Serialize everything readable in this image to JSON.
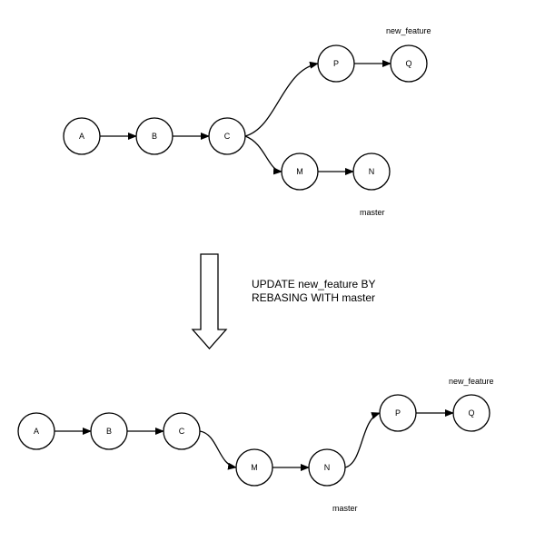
{
  "top": {
    "nodes": {
      "A": "A",
      "B": "B",
      "C": "C",
      "P": "P",
      "Q": "Q",
      "M": "M",
      "N": "N"
    },
    "label_new_feature": "new_feature",
    "label_master": "master"
  },
  "caption": {
    "line1": "UPDATE new_feature BY",
    "line2": "REBASING WITH master"
  },
  "bottom": {
    "nodes": {
      "A": "A",
      "B": "B",
      "C": "C",
      "M": "M",
      "N": "N",
      "P": "P",
      "Q": "Q"
    },
    "label_new_feature": "new_feature",
    "label_master": "master"
  }
}
